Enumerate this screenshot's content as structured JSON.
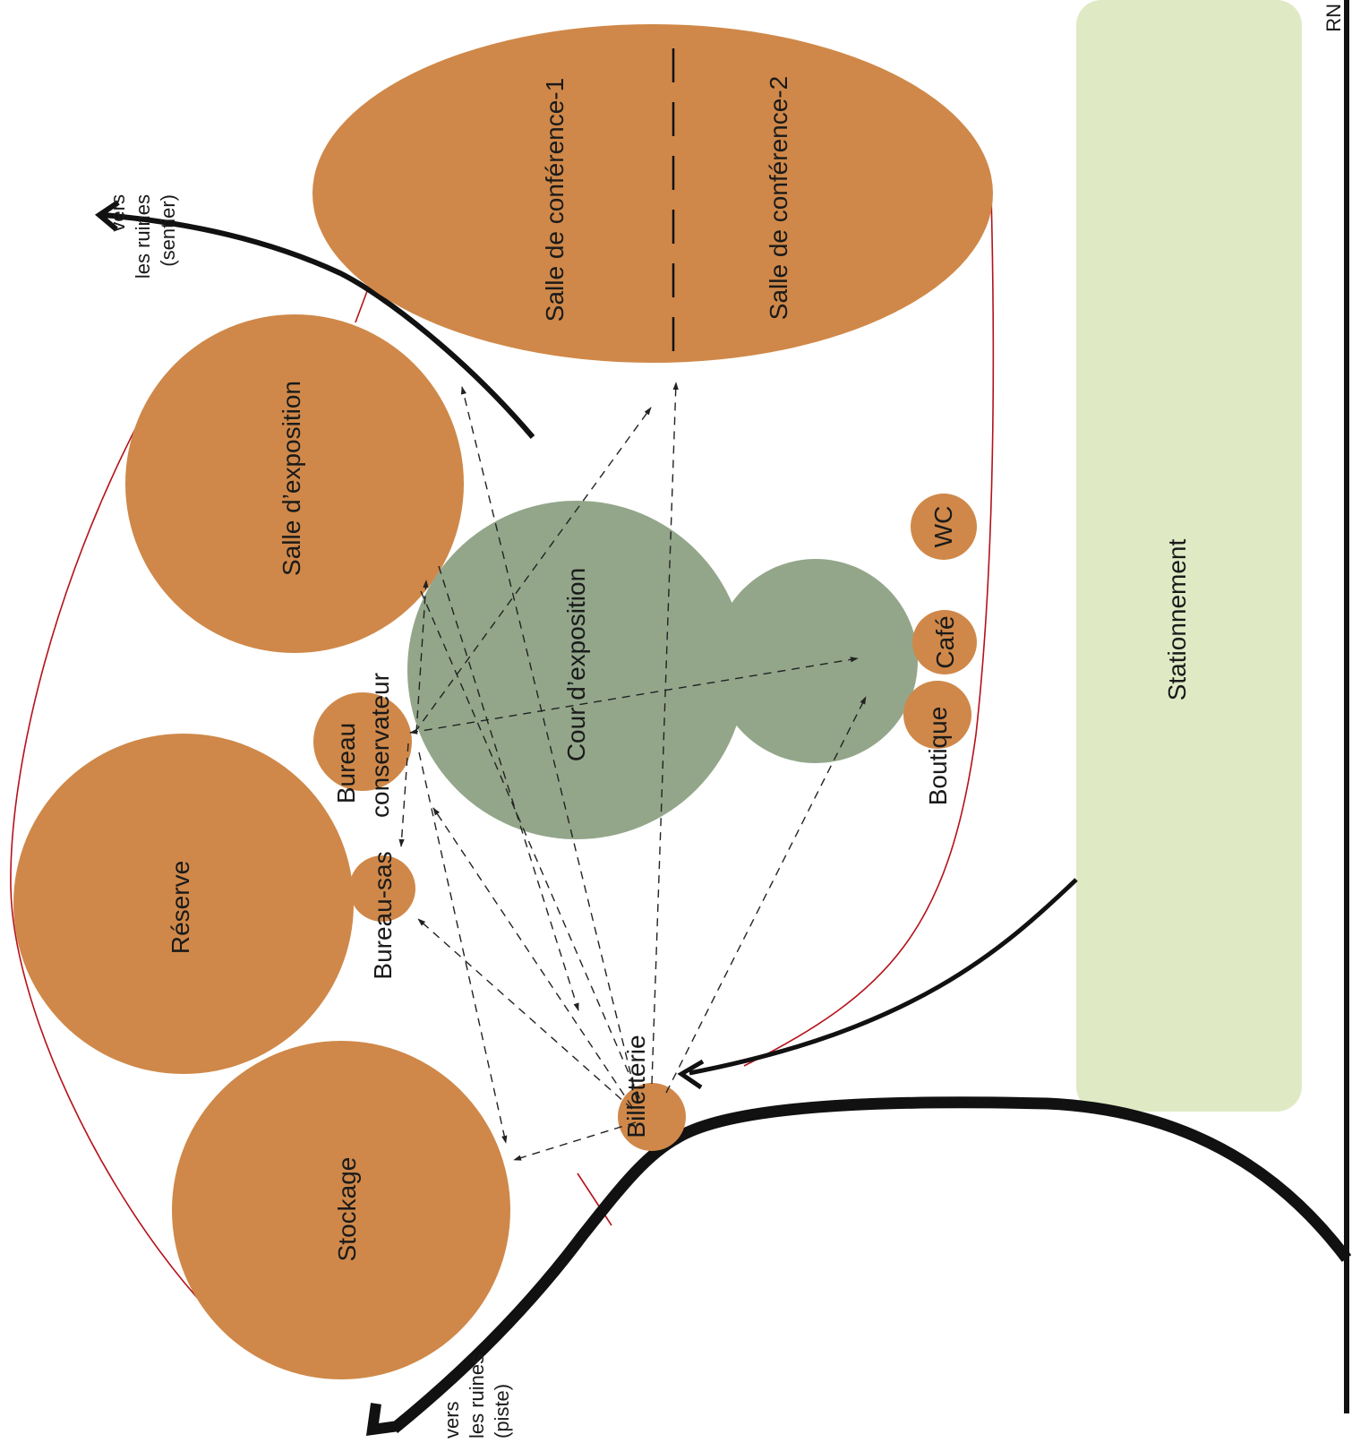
{
  "colors": {
    "room": "#cf8849",
    "court": "#93a68a",
    "parking": "#dfeac5",
    "path": "#111111",
    "boundary": "#b5121b"
  },
  "rooms": {
    "conf1": "Salle de conférence-1",
    "conf2": "Salle de conférence-2",
    "exposition": "Salle d’exposition",
    "reserve": "Réserve",
    "stockage": "Stockage",
    "bureau_conservateur_1": "Bureau",
    "bureau_conservateur_2": "conservateur",
    "bureau_sas": "Bureau-sas",
    "cour": "Cour d’exposition",
    "wc": "WC",
    "cafe": "Café",
    "boutique": "Boutique",
    "billetterie": "Billetterie",
    "stationnement": "Stationnement"
  },
  "annotations": {
    "sentier_1": "vers",
    "sentier_2": "les ruines",
    "sentier_3": "(sentier)",
    "piste_1": "vers",
    "piste_2": "les ruines",
    "piste_3": "(piste)",
    "road": "RN"
  }
}
